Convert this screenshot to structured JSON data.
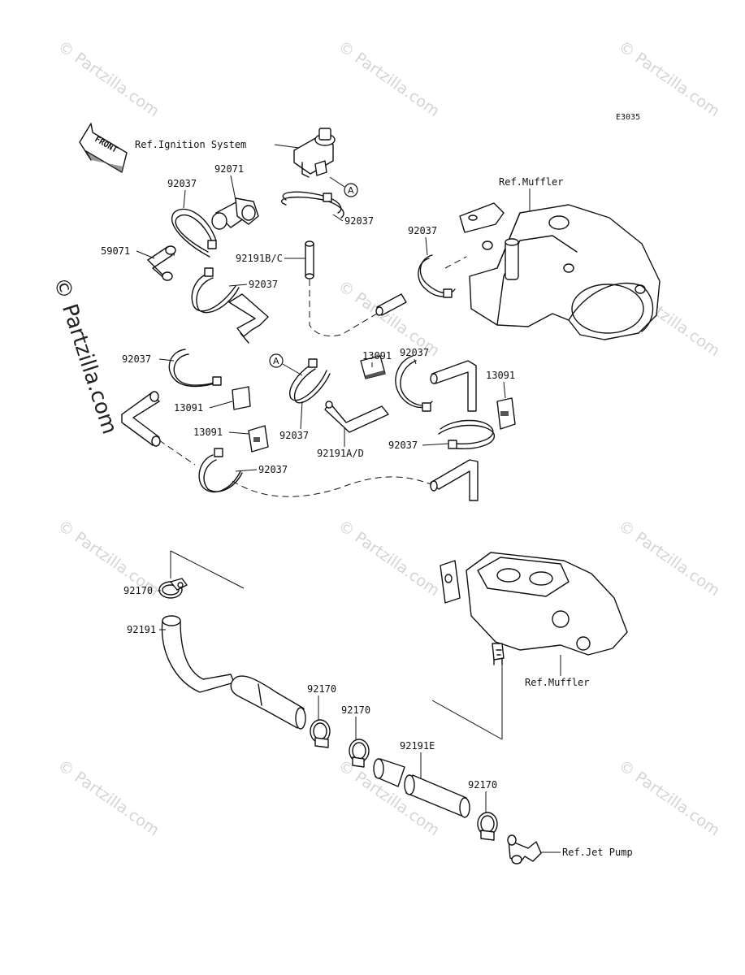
{
  "figure_code": "E3035",
  "watermark_text": "© Partzilla.com",
  "side_watermark_text": "© Partzilla.com",
  "front_label": "FRONT",
  "callout_letter": "A",
  "refs": {
    "ignition": "Ref.Ignition System",
    "muffler_top": "Ref.Muffler",
    "muffler_bottom": "Ref.Muffler",
    "jet_pump": "Ref.Jet Pump"
  },
  "part_numbers": {
    "p92037": "92037",
    "p92071": "92071",
    "p59071": "59071",
    "p92191bc": "92191B/C",
    "p13091": "13091",
    "p92191ad": "92191A/D",
    "p92170": "92170",
    "p92191": "92191",
    "p92191e": "92191E"
  },
  "colors": {
    "line": "#111111",
    "watermark": "#d4d4d4"
  }
}
